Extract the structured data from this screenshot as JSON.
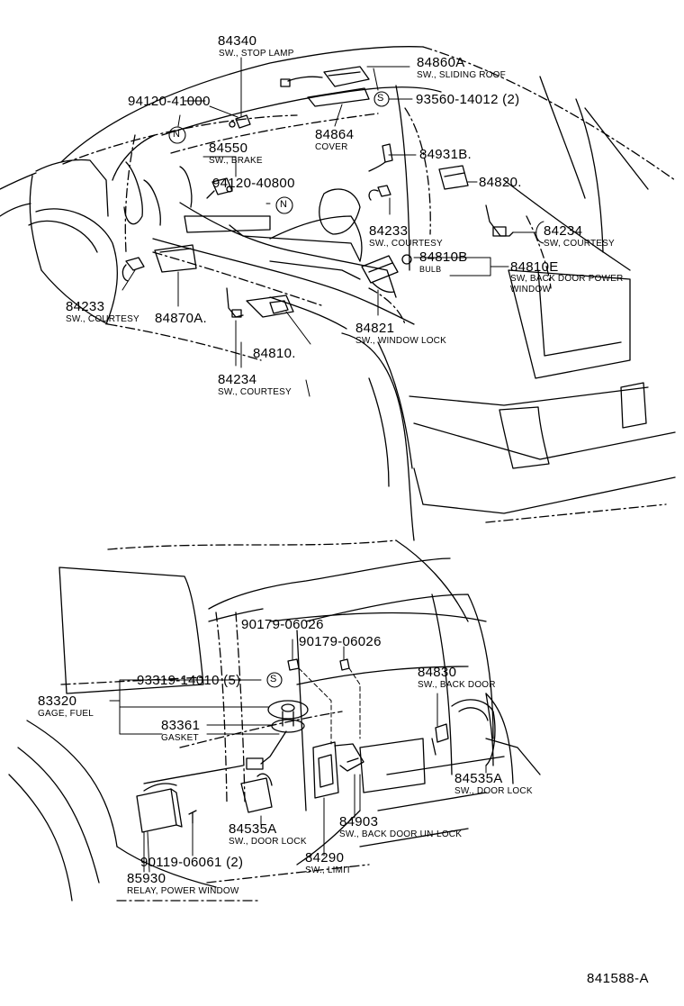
{
  "diagram": {
    "code": "841588-A",
    "markers": {
      "s": "S",
      "n": "N"
    },
    "parts": [
      {
        "id": "84340",
        "desc": "SW., STOP LAMP"
      },
      {
        "id": "84860A",
        "desc": "SW., SLIDING ROOF"
      },
      {
        "id": "94120-41000",
        "desc": ""
      },
      {
        "id": "93560-14012 (2)",
        "desc": ""
      },
      {
        "id": "84864",
        "desc": "COVER"
      },
      {
        "id": "84550",
        "desc": "SW., BRAKE"
      },
      {
        "id": "84931B.",
        "desc": ""
      },
      {
        "id": "94120-40800",
        "desc": ""
      },
      {
        "id": "84820.",
        "desc": ""
      },
      {
        "id": "84233",
        "desc": "SW., COURTESY"
      },
      {
        "id": "84234",
        "desc": "SW, COURTESY"
      },
      {
        "id": "84810B",
        "desc": "BULB"
      },
      {
        "id": "84810E",
        "desc": "SW, BACK DOOR POWER"
      },
      {
        "id": "",
        "desc": "WINDOW"
      },
      {
        "id": "84233",
        "desc": "SW., COURTESY"
      },
      {
        "id": "84870A.",
        "desc": ""
      },
      {
        "id": "84821",
        "desc": "SW., WINDOW LOCK"
      },
      {
        "id": "84810.",
        "desc": ""
      },
      {
        "id": "84234",
        "desc": "SW., COURTESY"
      },
      {
        "id": "90179-06026",
        "desc": ""
      },
      {
        "id": "90179-06026",
        "desc": ""
      },
      {
        "id": "84830",
        "desc": "SW., BACK DOOR"
      },
      {
        "id": "93319-14010 (5)",
        "desc": ""
      },
      {
        "id": "83320",
        "desc": "GAGE, FUEL"
      },
      {
        "id": "83361",
        "desc": "GASKET"
      },
      {
        "id": "84535A",
        "desc": "SW., DOOR LOCK"
      },
      {
        "id": "84535A",
        "desc": "SW., DOOR LOCK"
      },
      {
        "id": "84903",
        "desc": "SW., BACK DOOR UN-LOCK"
      },
      {
        "id": "84290",
        "desc": "SW., LIMIT"
      },
      {
        "id": "90119-06061 (2)",
        "desc": ""
      },
      {
        "id": "85930",
        "desc": "RELAY, POWER WINDOW"
      }
    ]
  }
}
